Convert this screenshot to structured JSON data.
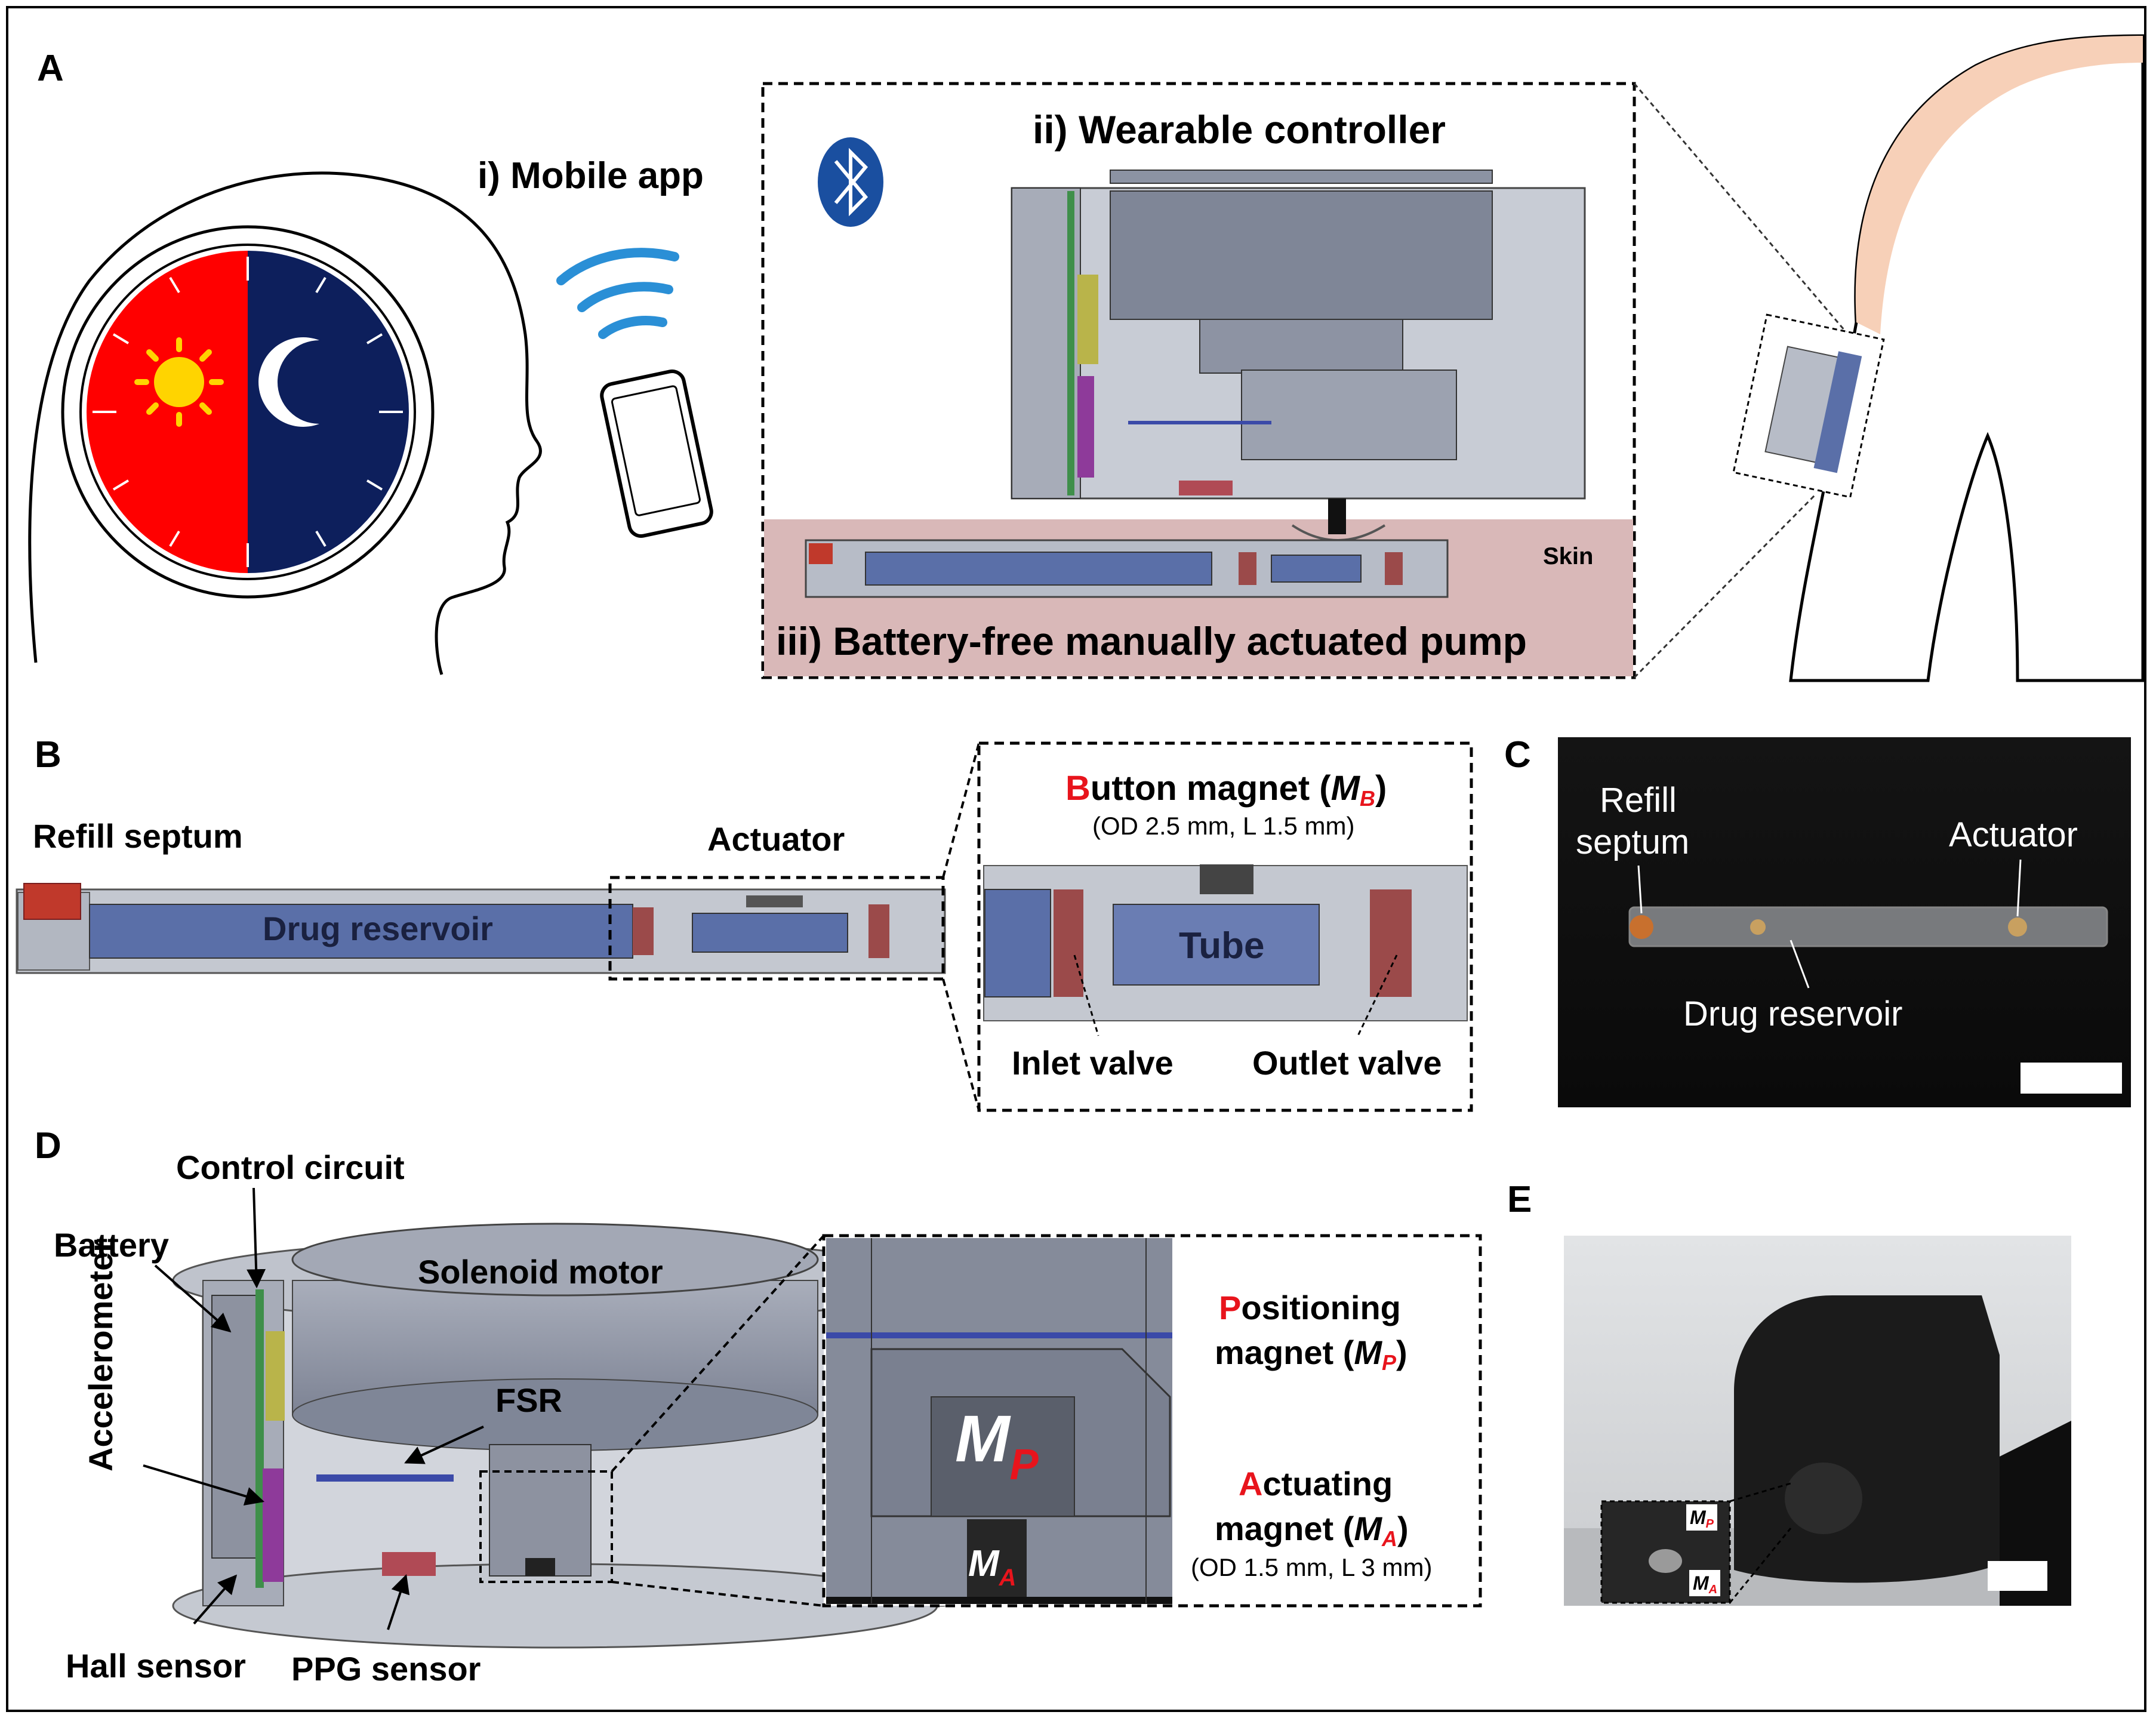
{
  "panels": {
    "a": {
      "letter": "A",
      "mobile_app": "i) Mobile app",
      "controller": "ii) Wearable controller",
      "pump": "iii) Battery-free manually actuated pump",
      "skin": "Skin"
    },
    "b": {
      "letter": "B",
      "refill_septum": "Refill septum",
      "actuator": "Actuator",
      "drug_reservoir": "Drug reservoir",
      "button_magnet_first": "B",
      "button_magnet_rest": "utton magnet (",
      "button_magnet_sym": "M",
      "button_magnet_sub": "B",
      "button_magnet_close": ")",
      "button_magnet_dims": "(OD 2.5 mm, L 1.5 mm)",
      "tube": "Tube",
      "inlet_valve": "Inlet valve",
      "outlet_valve": "Outlet valve"
    },
    "c": {
      "letter": "C",
      "refill": "Refill",
      "septum": "septum",
      "actuator": "Actuator",
      "drug_reservoir": "Drug reservoir"
    },
    "d": {
      "letter": "D",
      "control_circuit": "Control circuit",
      "battery": "Battery",
      "accelerometer": "Accelerometer",
      "solenoid_motor": "Solenoid motor",
      "fsr": "FSR",
      "hall_sensor": "Hall sensor",
      "ppg_sensor": "PPG sensor",
      "positioning_first": "P",
      "positioning_rest": "ositioning",
      "positioning_magnet": "magnet (",
      "positioning_sym": "M",
      "positioning_sub": "P",
      "positioning_close": ")",
      "actuating_first": "A",
      "actuating_rest": "ctuating",
      "actuating_magnet": "magnet (",
      "actuating_sym": "M",
      "actuating_sub": "A",
      "actuating_close": ")",
      "actuating_dims": "(OD 1.5 mm, L 3 mm)",
      "mp_sym": "M",
      "mp_sub": "P",
      "ma_sym": "M",
      "ma_sub": "A"
    },
    "e": {
      "letter": "E",
      "mp_sym": "M",
      "mp_sub": "P",
      "ma_sym": "M",
      "ma_sub": "A"
    }
  },
  "colors": {
    "highlight_red": "#e8141c",
    "sun_red": "#ff0000",
    "night_navy": "#0d1f5c",
    "sun_yellow": "#ffd400",
    "bluetooth_blue": "#1a4fa0",
    "wifi_blue": "#2a8fd6",
    "skin_pink": "#d9b8b8",
    "shoulder_skin": "#f7d0b8",
    "device_gray": "#9aa0ad",
    "reservoir_blue": "#5a6fa8"
  },
  "icons": [
    "bluetooth-icon",
    "wifi-icon",
    "smartphone-icon",
    "sun-icon",
    "moon-icon"
  ]
}
